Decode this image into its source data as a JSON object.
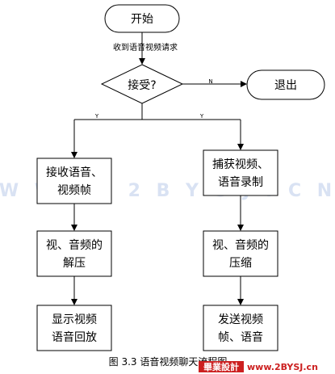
{
  "flowchart": {
    "start": "开始",
    "request": "收到语音视频请求",
    "decision": "接受?",
    "no_label": "N",
    "exit": "退出",
    "yes_label": "Y",
    "left_box1_line1": "接收语音、",
    "left_box1_line2": "视频帧",
    "left_box2_line1": "视、音频的",
    "left_box2_line2": "解压",
    "left_box3_line1": "显示视频",
    "left_box3_line2": "语音回放",
    "right_box1_line1": "捕获视频、",
    "right_box1_line2": "语音录制",
    "right_box2_line1": "视、音频的",
    "right_box2_line2": "压缩",
    "right_box3_line1": "发送视频",
    "right_box3_line2": "帧、语音"
  },
  "caption": "图 3.3 语音视频聊天流程图",
  "watermark": "W W W . 2 B Y S J . C N",
  "logo": {
    "left": "畢業設計",
    "right": "www.2BYSJ.cn"
  },
  "colors": {
    "line": "#000000",
    "watermark": "#c9d7ee",
    "logo_bg": "#cc2020",
    "logo_text": "#cc2020"
  }
}
